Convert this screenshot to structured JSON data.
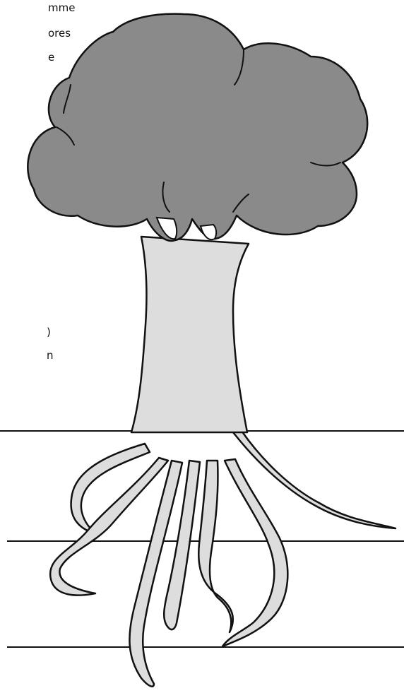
{
  "text_fragments": [
    "mme",
    "ores",
    "e",
    ")",
    "n"
  ],
  "colors": {
    "canopy": "#8a8a8a",
    "trunk": "#dddddd",
    "outline": "#111111",
    "background": "#ffffff"
  },
  "ground_lines": 3
}
